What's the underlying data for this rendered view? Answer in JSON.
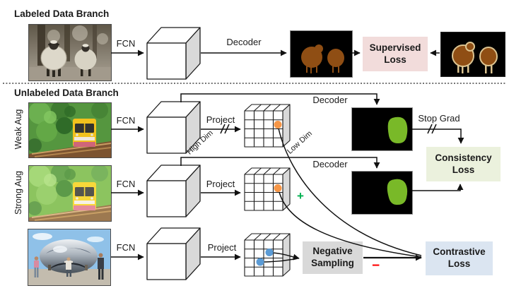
{
  "titles": {
    "labeled": "Labeled Data Branch",
    "unlabeled": "Unlabeled Data Branch"
  },
  "labels": {
    "fcn": "FCN",
    "decoder": "Decoder",
    "project": "Project",
    "high_dim": "High Dim",
    "low_dim": "Low Dim",
    "stop_grad": "Stop Grad",
    "weak_aug": "Weak Aug",
    "strong_aug": "Strong Aug",
    "plus": "+",
    "minus": "−"
  },
  "boxes": {
    "supervised_loss": {
      "label": "Supervised Loss",
      "bg": "#f2dcdb"
    },
    "consistency_loss": {
      "label": "Consistency Loss",
      "bg": "#ebf1dd"
    },
    "negative_sampling": {
      "label": "Negative Sampling",
      "bg": "#d9d9d9"
    },
    "contrastive_loss": {
      "label": "Contrastive Loss",
      "bg": "#dbe5f1"
    }
  },
  "images": {
    "sheep_photo": "two-sheep-photo",
    "weak_aug_photo": "forest-train-photo-weak-augmentation",
    "strong_aug_photo": "forest-train-photo-strong-augmentation",
    "negative_photo": "cloud-gate-sculpture-photo",
    "pred_mask": "predicted-sheep-segmentation-mask",
    "gt_mask": "ground-truth-sheep-segmentation-mask",
    "green_mask_weak": "predicted-train-mask-weak",
    "green_mask_strong": "predicted-train-mask-strong"
  },
  "colors": {
    "positive_embedding_dot": "#f79646",
    "negative_embedding_dot": "#5b9bd5",
    "plus_sign": "#00b050",
    "minus_sign": "#ff0000",
    "mask_brown": "#8f4e14",
    "gt_outline_tan": "#dcc491",
    "mask_green": "#79b928",
    "cube_side_gray": "#d9d9d9"
  }
}
